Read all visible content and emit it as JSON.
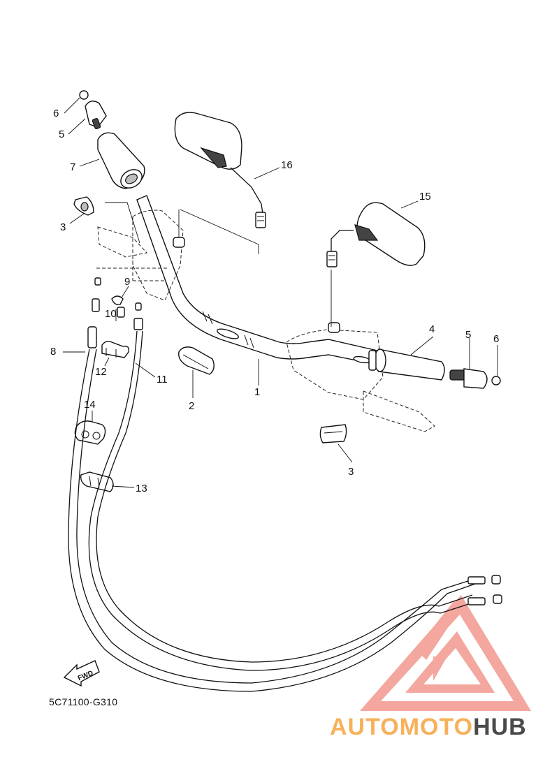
{
  "diagram_code": "5C71100-G310",
  "fwd_label": "FWD",
  "callouts": [
    {
      "id": "1",
      "label": "1"
    },
    {
      "id": "2",
      "label": "2"
    },
    {
      "id": "3a",
      "label": "3"
    },
    {
      "id": "3b",
      "label": "3"
    },
    {
      "id": "4",
      "label": "4"
    },
    {
      "id": "5a",
      "label": "5"
    },
    {
      "id": "5b",
      "label": "5"
    },
    {
      "id": "6a",
      "label": "6"
    },
    {
      "id": "6b",
      "label": "6"
    },
    {
      "id": "7",
      "label": "7"
    },
    {
      "id": "8",
      "label": "8"
    },
    {
      "id": "9",
      "label": "9"
    },
    {
      "id": "10",
      "label": "10"
    },
    {
      "id": "11",
      "label": "11"
    },
    {
      "id": "12",
      "label": "12"
    },
    {
      "id": "13",
      "label": "13"
    },
    {
      "id": "14",
      "label": "14"
    },
    {
      "id": "15",
      "label": "15"
    },
    {
      "id": "16",
      "label": "16"
    }
  ],
  "watermark": {
    "part1": "AUTOMOTO",
    "part2": "HUB",
    "color_primary": "#f08a7e",
    "color_secondary": "#f7b15a",
    "color_dark": "#4a4a4a"
  }
}
